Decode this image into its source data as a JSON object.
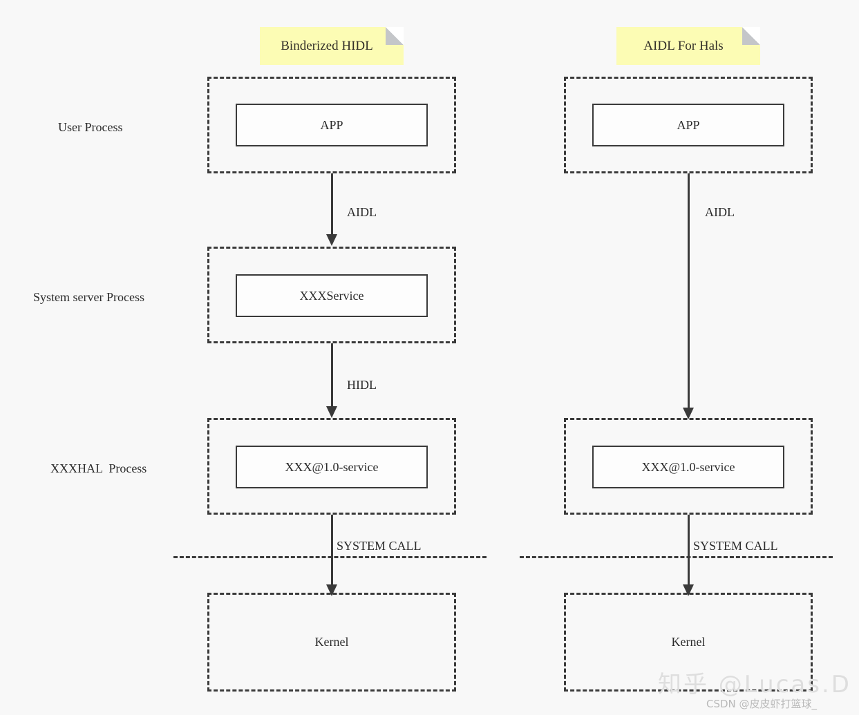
{
  "background_color": "#f8f8f8",
  "line_color": "#3a3a3a",
  "sticky_color": "#fcfcb4",
  "columns": [
    {
      "id": "binderized-hidl",
      "sticky_label": "Binderized HIDL"
    },
    {
      "id": "aidl-for-hals",
      "sticky_label": "AIDL For Hals"
    }
  ],
  "row_labels": [
    {
      "id": "user-process",
      "label": "User Process"
    },
    {
      "id": "system-server-process",
      "label": "System server Process"
    },
    {
      "id": "xxxhal-process",
      "label": "XXXHAL  Process"
    }
  ],
  "nodes": {
    "left_app": "APP",
    "left_service": "XXXService",
    "left_hal_service": "XXX@1.0-service",
    "left_kernel": "Kernel",
    "right_app": "APP",
    "right_hal_service": "XXX@1.0-service",
    "right_kernel": "Kernel"
  },
  "arrow_labels": {
    "left_app_to_service": "AIDL",
    "left_service_to_hal": "HIDL",
    "left_hal_to_kernel": "SYSTEM CALL",
    "right_app_to_hal": "AIDL",
    "right_hal_to_kernel": "SYSTEM CALL"
  },
  "watermarks": {
    "zhihu": "知乎 @Lucas.D",
    "csdn": "CSDN @皮皮虾打篮球_"
  }
}
